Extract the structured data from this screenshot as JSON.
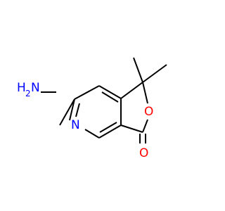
{
  "molecule": {
    "atoms": {
      "amine": {
        "label": "H",
        "subscript": "2",
        "suffix": "N"
      },
      "ring_nitrogen": {
        "label": "N"
      },
      "ring_oxygen": {
        "label": "O"
      },
      "carbonyl_oxygen": {
        "label": "O"
      }
    },
    "colors": {
      "bond": "#000000",
      "nitrogen": "#0000ff",
      "oxygen": "#ff0000"
    }
  }
}
